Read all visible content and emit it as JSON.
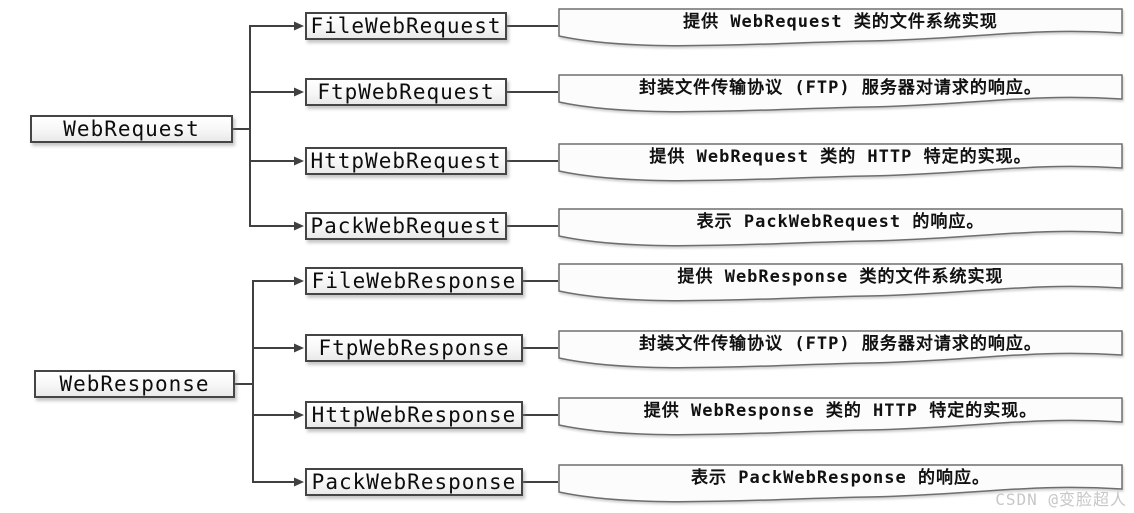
{
  "watermark": "CSDN @变脸超人",
  "colors": {
    "line": "#404040",
    "box_border": "#454545",
    "wave_border": "#6e6e6e",
    "box_fill_top": "#ffffff",
    "box_fill_bottom": "#e9e9e9",
    "text": "#0d0d0d",
    "watermark": "#c7c7c7"
  },
  "groups": [
    {
      "parent": "WebRequest",
      "children": [
        {
          "name": "FileWebRequest",
          "desc": "提供 WebRequest 类的文件系统实现"
        },
        {
          "name": "FtpWebRequest",
          "desc": "封装文件传输协议 (FTP) 服务器对请求的响应。"
        },
        {
          "name": "HttpWebRequest",
          "desc": "提供 WebRequest 类的 HTTP 特定的实现。"
        },
        {
          "name": "PackWebRequest",
          "desc": "表示 PackWebRequest 的响应。"
        }
      ]
    },
    {
      "parent": "WebResponse",
      "children": [
        {
          "name": "FileWebResponse",
          "desc": "提供 WebResponse 类的文件系统实现"
        },
        {
          "name": "FtpWebResponse",
          "desc": "封装文件传输协议 (FTP) 服务器对请求的响应。"
        },
        {
          "name": "HttpWebResponse",
          "desc": "提供 WebResponse 类的 HTTP 特定的实现。"
        },
        {
          "name": "PackWebResponse",
          "desc": "表示 PackWebResponse 的响应。"
        }
      ]
    }
  ]
}
